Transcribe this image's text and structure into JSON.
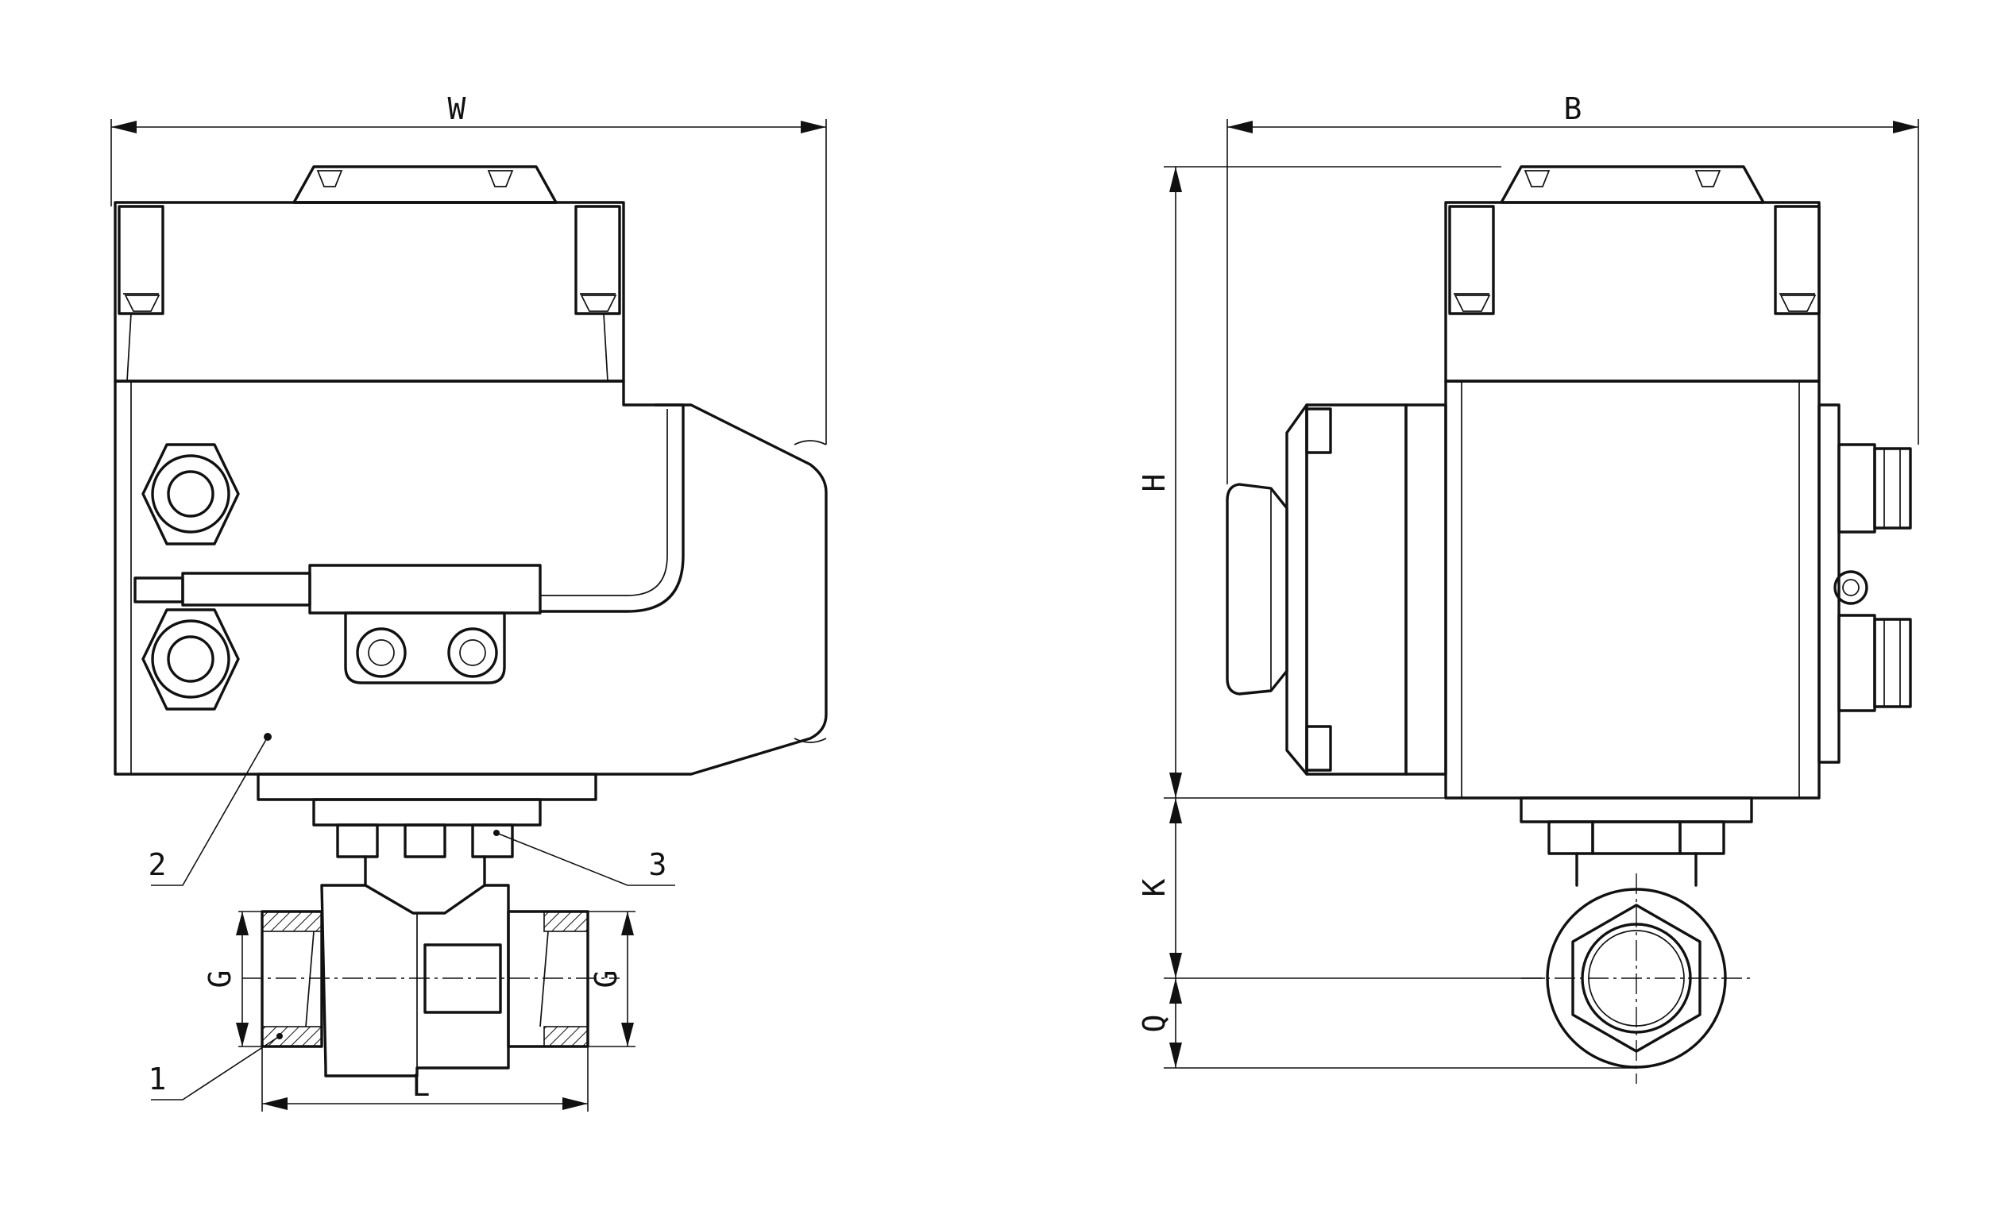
{
  "dimension_labels": {
    "width": "W",
    "depth": "B",
    "height": "H",
    "k": "K",
    "q": "Q",
    "length": "L",
    "thread_left": "G",
    "thread_right": "G"
  },
  "callouts": {
    "c1": "1",
    "c2": "2",
    "c3": "3"
  }
}
